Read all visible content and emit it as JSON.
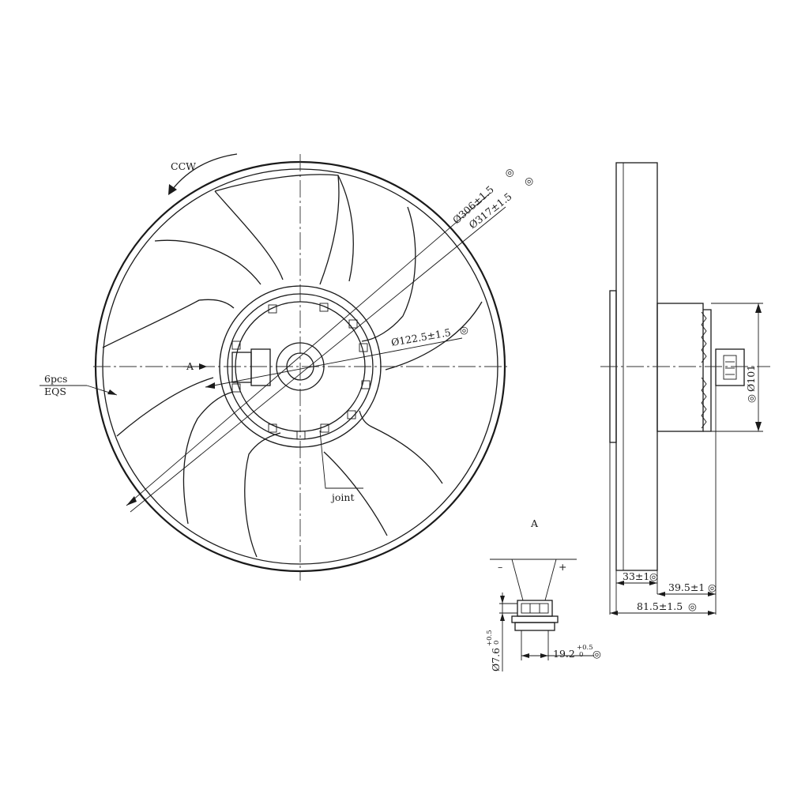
{
  "labels": {
    "rotation": "CCW",
    "blades_count": "6pcs",
    "blades_spacing": "EQS",
    "view_marker": "A",
    "joint": "joint",
    "detail_title": "A",
    "minus": "–",
    "plus": "+"
  },
  "dimensions": {
    "dia_306": "Ø306±1.5",
    "dia_317": "Ø317±1.5",
    "dia_122": "Ø122.5±1.5",
    "dia_101": "Ø101",
    "len_33": "33±1",
    "len_39": "39.5±1",
    "len_81": "81.5±1.5",
    "len_19": "19.2",
    "len_19_tol_upper": "+0.5",
    "len_19_tol_lower": "0",
    "len_7": "Ø7.6",
    "len_7_tol_upper": "+0.5",
    "len_7_tol_lower": "0",
    "critical_mark": "◎"
  }
}
